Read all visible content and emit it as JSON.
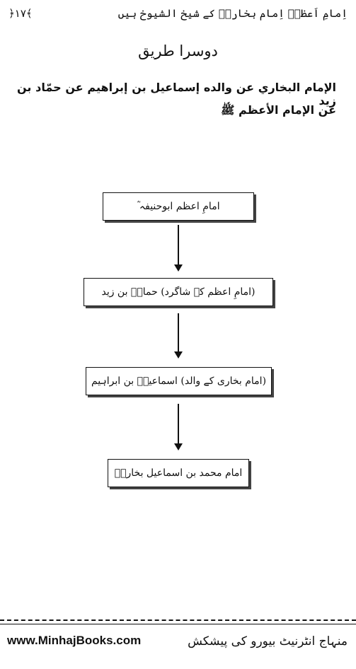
{
  "header": {
    "page_number": "﴿١٧﴾",
    "title": "اِمامِ اَعظمؒ اِمام بخاریؒ کے شیخ الشیوخ ہیں"
  },
  "section": {
    "title": "دوسرا طریق"
  },
  "chain_text": {
    "line1": "الإمام البخاري عن والده إسماعيل بن إبراهيم عن حمّاد بن زيد",
    "line2": "عن الإمام الأعظم ﷺ"
  },
  "flowchart": {
    "nodes": [
      "امامِ اعظم ابوحنیفہ ؓ",
      "(امامِ اعظم کے شاگرد) حمادؒ بن زید",
      "(امام بخاری کے والد) اسماعیلؒ بن ابراہیم",
      "امام محمد بن اسماعیل بخاریؒ"
    ]
  },
  "footer": {
    "url": "www.MinhajBooks.com",
    "credit": "منہاج انٹرنیٹ بیورو کی پیشکش"
  }
}
